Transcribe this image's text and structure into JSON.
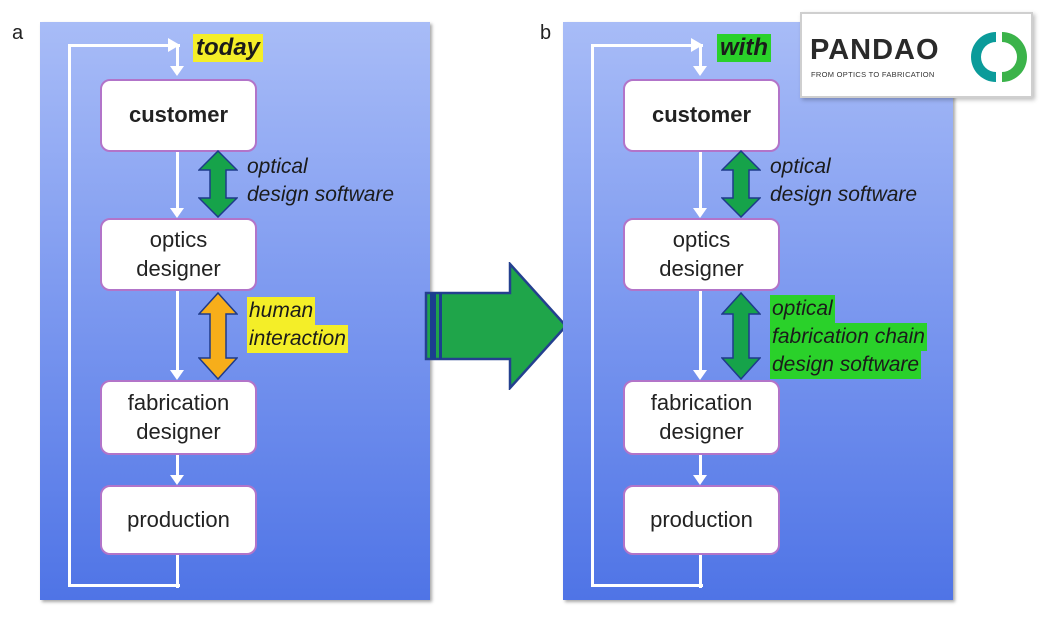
{
  "panels": [
    {
      "letter": "a",
      "title": "today",
      "boxes": {
        "customer": "customer",
        "optics": [
          "optics",
          "designer"
        ],
        "fabrication": [
          "fabrication",
          "designer"
        ],
        "production": "production"
      },
      "upper_label": [
        "optical",
        "design software"
      ],
      "lower_label": [
        "human",
        "interaction"
      ]
    },
    {
      "letter": "b",
      "title": "with",
      "boxes": {
        "customer": "customer",
        "optics": [
          "optics",
          "designer"
        ],
        "fabrication": [
          "fabrication",
          "designer"
        ],
        "production": "production"
      },
      "upper_label": [
        "optical",
        "design software"
      ],
      "lower_label": [
        "optical",
        "fabrication chain",
        "design software"
      ]
    }
  ],
  "logo": {
    "wordmark": "PANDAO",
    "tagline": "FROM OPTICS TO FABRICATION"
  },
  "colors": {
    "panel_top": "#a8bcf7",
    "panel_bottom": "#4f74e6",
    "box_border": "#b274c9",
    "arrow_green": "#16a34a",
    "arrow_orange": "#f7ae1a",
    "highlight_yellow": "#f4ee28",
    "highlight_green": "#2ad12a",
    "logo_teal": "#0b9b9a",
    "logo_green": "#3bb34a"
  }
}
